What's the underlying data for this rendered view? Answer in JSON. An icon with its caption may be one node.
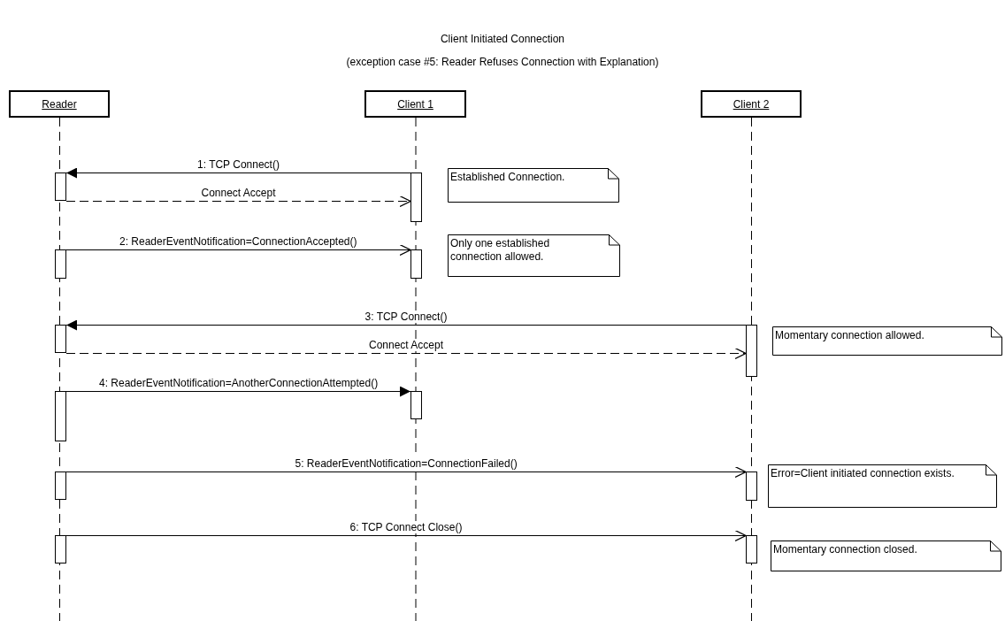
{
  "diagram": {
    "title": "Client Initiated Connection",
    "nodes": [
      {
        "text": [
          "Reader"
        ]
      },
      {
        "text": [
          "Client 1"
        ]
      },
      {
        "text": [
          "Client 2"
        ]
      },
      {
        "text": [],
        "shape": "bar"
      },
      {
        "text": [],
        "shape": "bar"
      },
      {
        "text": [
          "Established Connection."
        ]
      },
      {
        "text": [],
        "shape": "bar"
      },
      {
        "text": [],
        "shape": "bar"
      },
      {
        "text": [
          "Only one established connection allowed."
        ]
      },
      {
        "text": [],
        "shape": "bar"
      },
      {
        "text": [],
        "shape": "bar"
      },
      {
        "text": [
          "Momentary connection allowed."
        ]
      },
      {
        "text": [],
        "shape": "bar"
      },
      {
        "text": [],
        "shape": "bar"
      },
      {
        "text": [],
        "shape": "bar"
      },
      {
        "text": [],
        "shape": "bar"
      },
      {
        "text": [
          "Error=Client initiated connection exists."
        ]
      },
      {
        "text": [],
        "shape": "bar"
      },
      {
        "text": [],
        "shape": "bar"
      },
      {
        "text": [
          "Momentary connection closed."
        ]
      }
    ],
    "edges": [
      {
        "from": 4,
        "to": 3,
        "arrow": "to",
        "label": "1: TCP Connect()"
      },
      {
        "from": 3,
        "to": 4,
        "arrow": "to",
        "label": "Connect Accept",
        "style": "dashed"
      },
      {
        "from": 6,
        "to": 7,
        "arrow": "to",
        "label": "2: ReaderEventNotification=ConnectionAccepted()"
      },
      {
        "from": 10,
        "to": 9,
        "arrow": "to",
        "label": "3: TCP Connect()"
      },
      {
        "from": 9,
        "to": 10,
        "arrow": "to",
        "label": "Connect Accept",
        "style": "dashed"
      },
      {
        "from": 12,
        "to": 13,
        "arrow": "to",
        "label": "4: ReaderEventNotification=AnotherConnectionAttempted()"
      },
      {
        "from": 14,
        "to": 15,
        "arrow": "to",
        "label": "5: ReaderEventNotification=ConnectionFailed()"
      },
      {
        "from": 17,
        "to": 18,
        "arrow": "to",
        "label": "6: TCP Connect Close()"
      }
    ],
    "labels": [
      "(exception case #5: Reader Refuses Connection with Explanation)"
    ]
  }
}
